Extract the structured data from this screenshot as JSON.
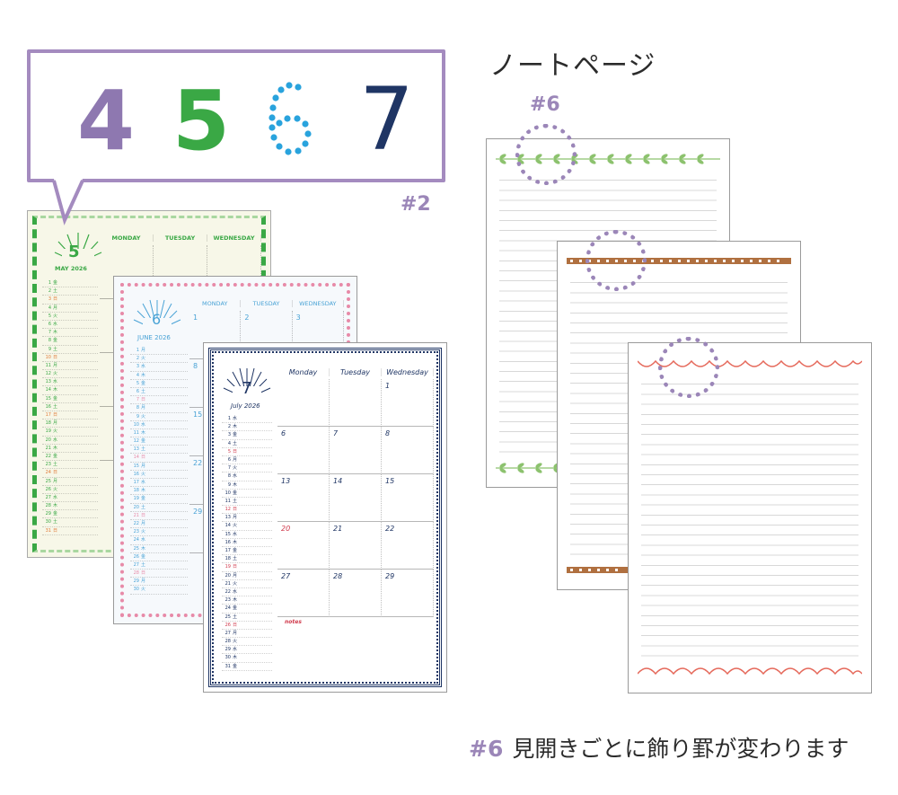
{
  "heading": "ノートページ",
  "tag_month": "#2",
  "tag_notes": "#6",
  "caption": {
    "tag": "#6",
    "text": "見開きごとに飾り罫が変わります"
  },
  "numerals": {
    "n4": "4",
    "n5": "5",
    "n6": "6",
    "n7": "7"
  },
  "colors": {
    "accent": "#9b86b8",
    "may": "#3aa845",
    "june": "#4aa3d6",
    "july": "#1f3564",
    "red": "#d03a4c"
  },
  "may": {
    "num": "5",
    "label": "MAY 2026",
    "weekdays": [
      "MONDAY",
      "TUESDAY",
      "WEDNESDAY"
    ],
    "days": [
      {
        "d": "1",
        "w": "金"
      },
      {
        "d": "2",
        "w": "土"
      },
      {
        "d": "3",
        "w": "日"
      },
      {
        "d": "4",
        "w": "月"
      },
      {
        "d": "5",
        "w": "火"
      },
      {
        "d": "6",
        "w": "水"
      },
      {
        "d": "7",
        "w": "木"
      },
      {
        "d": "8",
        "w": "金"
      },
      {
        "d": "9",
        "w": "土"
      },
      {
        "d": "10",
        "w": "日"
      },
      {
        "d": "11",
        "w": "月"
      },
      {
        "d": "12",
        "w": "火"
      },
      {
        "d": "13",
        "w": "水"
      },
      {
        "d": "14",
        "w": "木"
      },
      {
        "d": "15",
        "w": "金"
      },
      {
        "d": "16",
        "w": "土"
      },
      {
        "d": "17",
        "w": "日"
      },
      {
        "d": "18",
        "w": "月"
      },
      {
        "d": "19",
        "w": "火"
      },
      {
        "d": "20",
        "w": "水"
      },
      {
        "d": "21",
        "w": "木"
      },
      {
        "d": "22",
        "w": "金"
      },
      {
        "d": "23",
        "w": "土"
      },
      {
        "d": "24",
        "w": "日"
      },
      {
        "d": "25",
        "w": "月"
      },
      {
        "d": "26",
        "w": "火"
      },
      {
        "d": "27",
        "w": "水"
      },
      {
        "d": "28",
        "w": "木"
      },
      {
        "d": "29",
        "w": "金"
      },
      {
        "d": "30",
        "w": "土"
      },
      {
        "d": "31",
        "w": "日"
      }
    ]
  },
  "june": {
    "num": "6",
    "label": "JUNE 2026",
    "weekdays": [
      "MONDAY",
      "TUESDAY",
      "WEDNESDAY"
    ],
    "days": [
      {
        "d": "1",
        "w": "月"
      },
      {
        "d": "2",
        "w": "火"
      },
      {
        "d": "3",
        "w": "水"
      },
      {
        "d": "4",
        "w": "木"
      },
      {
        "d": "5",
        "w": "金"
      },
      {
        "d": "6",
        "w": "土"
      },
      {
        "d": "7",
        "w": "日"
      },
      {
        "d": "8",
        "w": "月"
      },
      {
        "d": "9",
        "w": "火"
      },
      {
        "d": "10",
        "w": "水"
      },
      {
        "d": "11",
        "w": "木"
      },
      {
        "d": "12",
        "w": "金"
      },
      {
        "d": "13",
        "w": "土"
      },
      {
        "d": "14",
        "w": "日"
      },
      {
        "d": "15",
        "w": "月"
      },
      {
        "d": "16",
        "w": "火"
      },
      {
        "d": "17",
        "w": "水"
      },
      {
        "d": "18",
        "w": "木"
      },
      {
        "d": "19",
        "w": "金"
      },
      {
        "d": "20",
        "w": "土"
      },
      {
        "d": "21",
        "w": "日"
      },
      {
        "d": "22",
        "w": "月"
      },
      {
        "d": "23",
        "w": "火"
      },
      {
        "d": "24",
        "w": "水"
      },
      {
        "d": "25",
        "w": "木"
      },
      {
        "d": "26",
        "w": "金"
      },
      {
        "d": "27",
        "w": "土"
      },
      {
        "d": "28",
        "w": "日"
      },
      {
        "d": "29",
        "w": "月"
      },
      {
        "d": "30",
        "w": "火"
      }
    ],
    "cells": [
      "1",
      "2",
      "3",
      "8",
      "15",
      "22",
      "29"
    ]
  },
  "july": {
    "num": "7",
    "label": "July 2026",
    "weekdays": [
      "Monday",
      "Tuesday",
      "Wednesday"
    ],
    "days": [
      {
        "d": "1",
        "w": "水"
      },
      {
        "d": "2",
        "w": "木"
      },
      {
        "d": "3",
        "w": "金"
      },
      {
        "d": "4",
        "w": "土"
      },
      {
        "d": "5",
        "w": "日"
      },
      {
        "d": "6",
        "w": "月"
      },
      {
        "d": "7",
        "w": "火"
      },
      {
        "d": "8",
        "w": "水"
      },
      {
        "d": "9",
        "w": "木"
      },
      {
        "d": "10",
        "w": "金"
      },
      {
        "d": "11",
        "w": "土"
      },
      {
        "d": "12",
        "w": "日"
      },
      {
        "d": "13",
        "w": "月"
      },
      {
        "d": "14",
        "w": "火"
      },
      {
        "d": "15",
        "w": "水"
      },
      {
        "d": "16",
        "w": "木"
      },
      {
        "d": "17",
        "w": "金"
      },
      {
        "d": "18",
        "w": "土"
      },
      {
        "d": "19",
        "w": "日"
      },
      {
        "d": "20",
        "w": "月"
      },
      {
        "d": "21",
        "w": "火"
      },
      {
        "d": "22",
        "w": "水"
      },
      {
        "d": "23",
        "w": "木"
      },
      {
        "d": "24",
        "w": "金"
      },
      {
        "d": "25",
        "w": "土"
      },
      {
        "d": "26",
        "w": "日"
      },
      {
        "d": "27",
        "w": "月"
      },
      {
        "d": "28",
        "w": "火"
      },
      {
        "d": "29",
        "w": "水"
      },
      {
        "d": "30",
        "w": "木"
      },
      {
        "d": "31",
        "w": "金"
      }
    ],
    "grid": [
      [
        "",
        "",
        "1"
      ],
      [
        "6",
        "7",
        "8"
      ],
      [
        "13",
        "14",
        "15"
      ],
      [
        "20",
        "21",
        "22"
      ],
      [
        "27",
        "28",
        "29"
      ]
    ],
    "notes_label": "notes"
  }
}
